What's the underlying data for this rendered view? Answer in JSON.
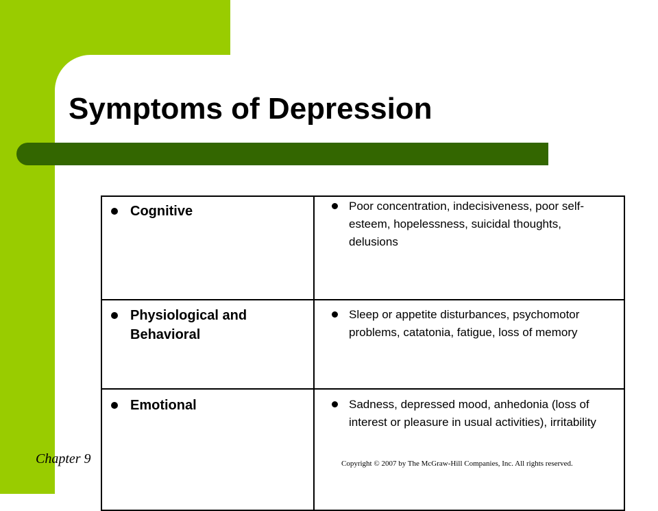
{
  "slide": {
    "title": "Symptoms of Depression",
    "rows": [
      {
        "category": "Cognitive",
        "description": "Poor concentration, indecisiveness, poor self-esteem, hopelessness, suicidal thoughts, delusions"
      },
      {
        "category": "Physiological and Behavioral",
        "description": "Sleep or appetite disturbances, psychomotor problems, catatonia, fatigue, loss of memory"
      },
      {
        "category": "Emotional",
        "description": "Sadness, depressed mood, anhedonia (loss of interest or pleasure in usual activities), irritability"
      }
    ],
    "footer_chapter": "Chapter 9",
    "footer_copyright": "Copyright © 2007 by The McGraw-Hill Companies, Inc.  All rights reserved."
  },
  "colors": {
    "accent_light_green": "#99cc00",
    "accent_dark_green": "#336600"
  }
}
